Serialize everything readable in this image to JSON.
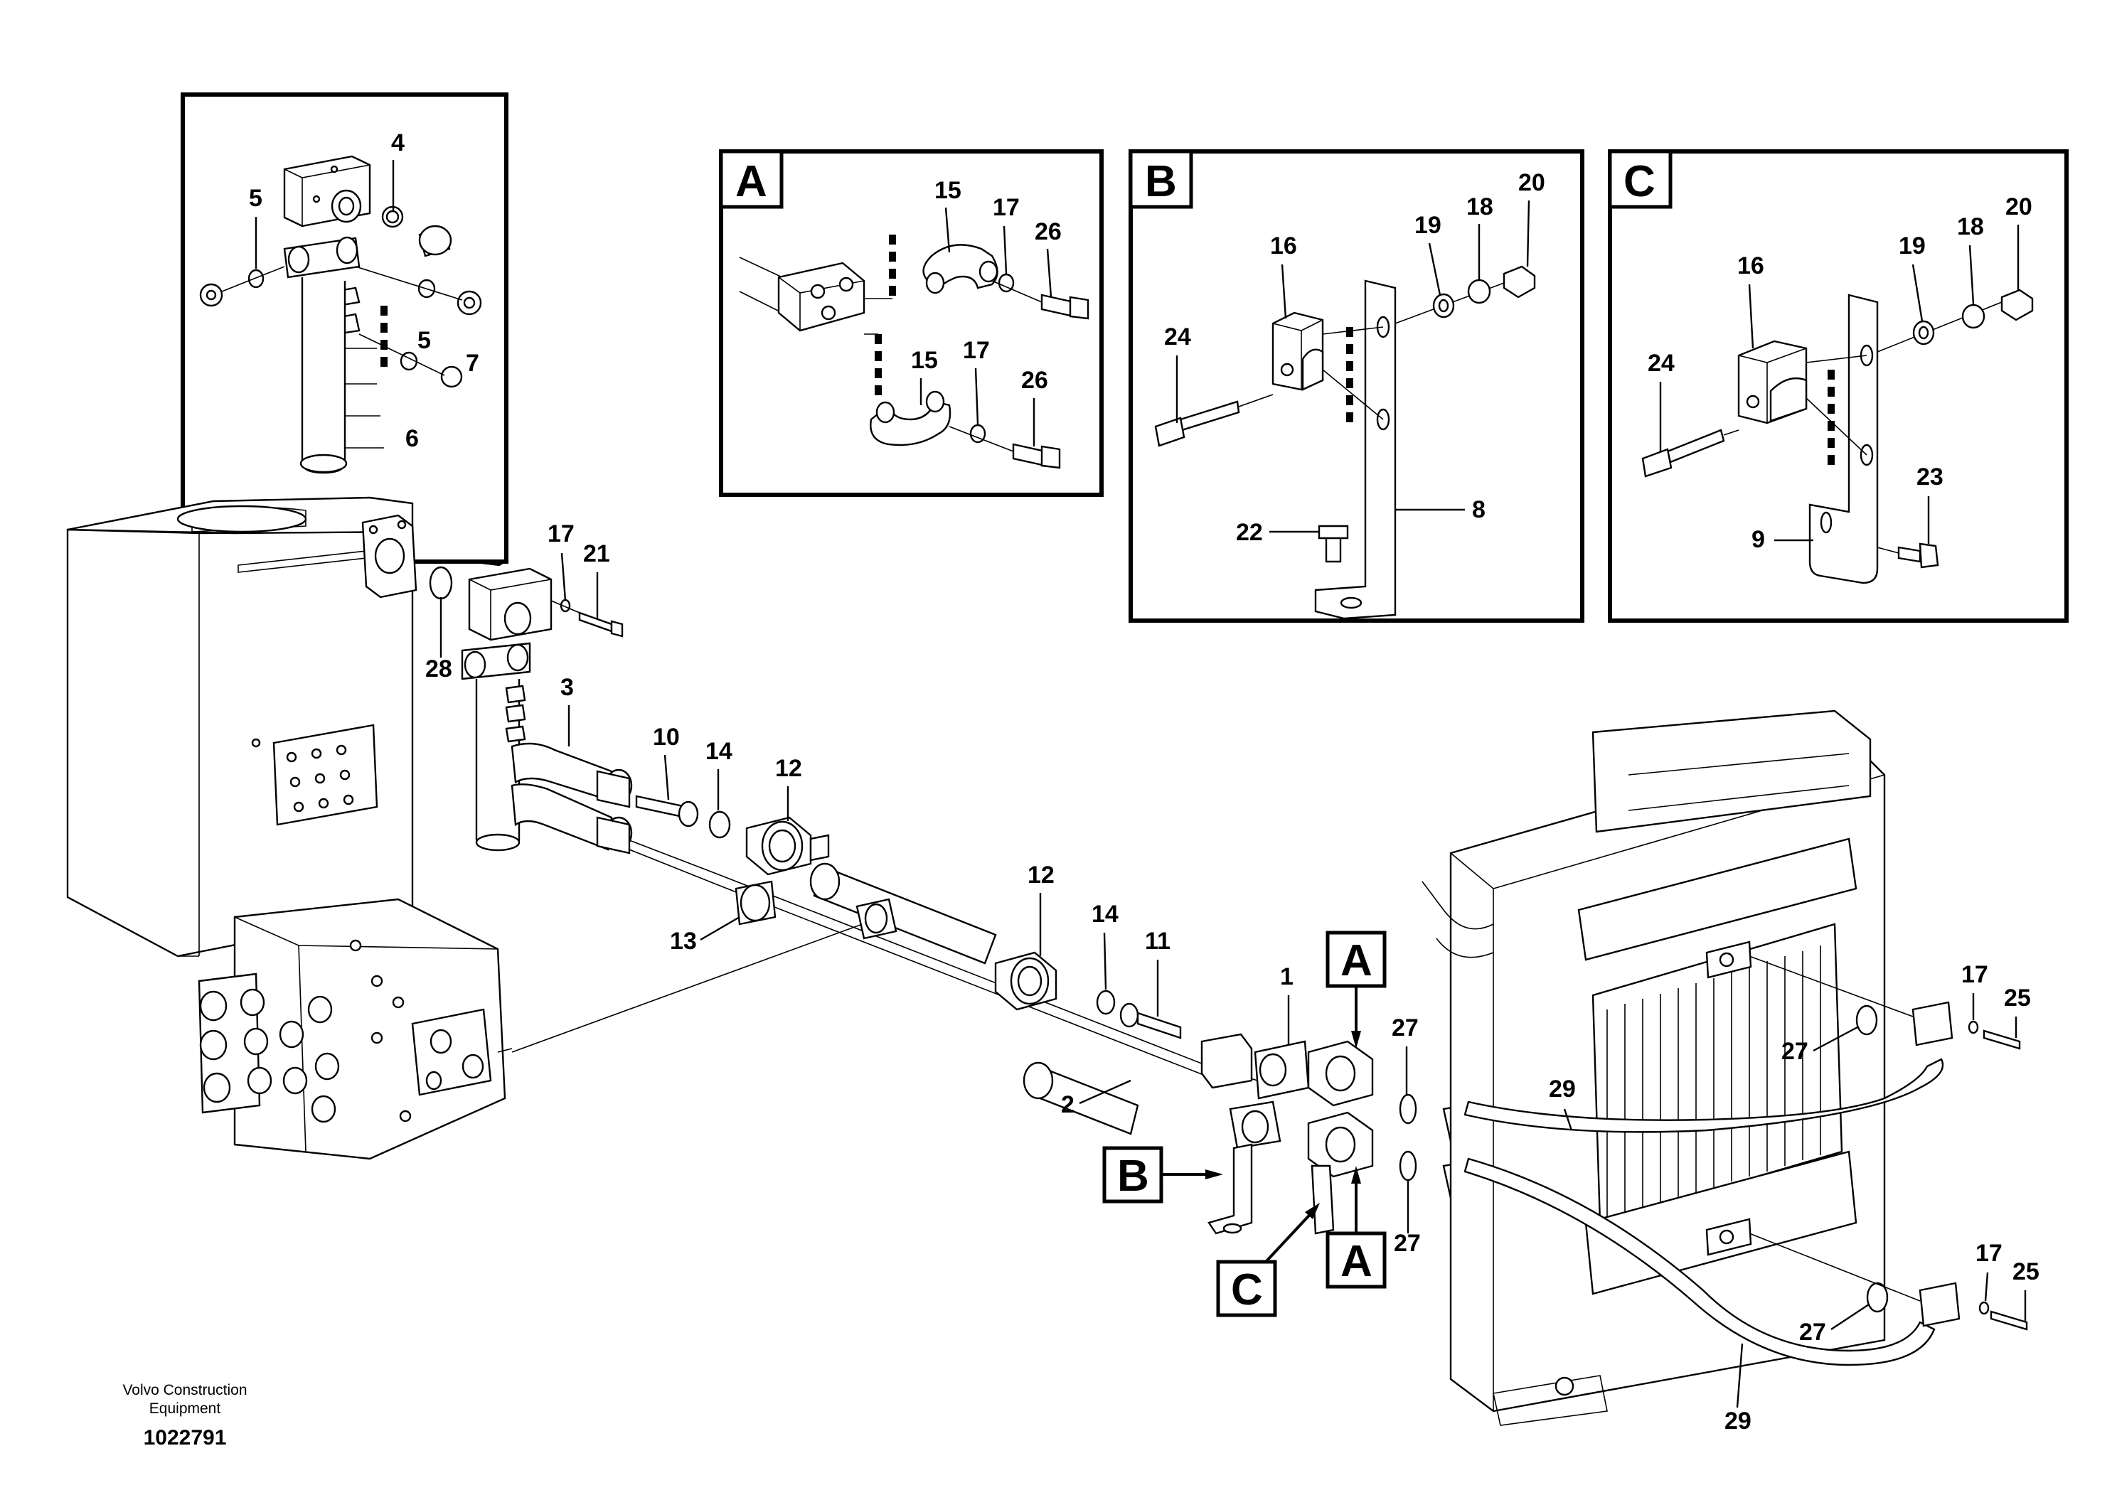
{
  "footer": {
    "company_line1": "Volvo Construction",
    "company_line2": "Equipment",
    "drawing_number": "1022791"
  },
  "detail_views": {
    "A": {
      "title": "A",
      "callouts": [
        "15",
        "17",
        "26",
        "15",
        "17",
        "26"
      ]
    },
    "B": {
      "title": "B",
      "callouts": [
        "16",
        "19",
        "18",
        "20",
        "24",
        "8",
        "22"
      ]
    },
    "C": {
      "title": "C",
      "callouts": [
        "16",
        "19",
        "18",
        "20",
        "24",
        "23",
        "9"
      ]
    }
  },
  "inset": {
    "callouts": [
      "4",
      "5",
      "5",
      "7",
      "6"
    ]
  },
  "view_tags": [
    "A",
    "A",
    "B",
    "C"
  ],
  "main_callouts": [
    "17",
    "21",
    "28",
    "3",
    "10",
    "14",
    "12",
    "13",
    "12",
    "14",
    "11",
    "1",
    "2",
    "27",
    "27",
    "29",
    "27",
    "17",
    "25",
    "27",
    "17",
    "25",
    "29"
  ]
}
